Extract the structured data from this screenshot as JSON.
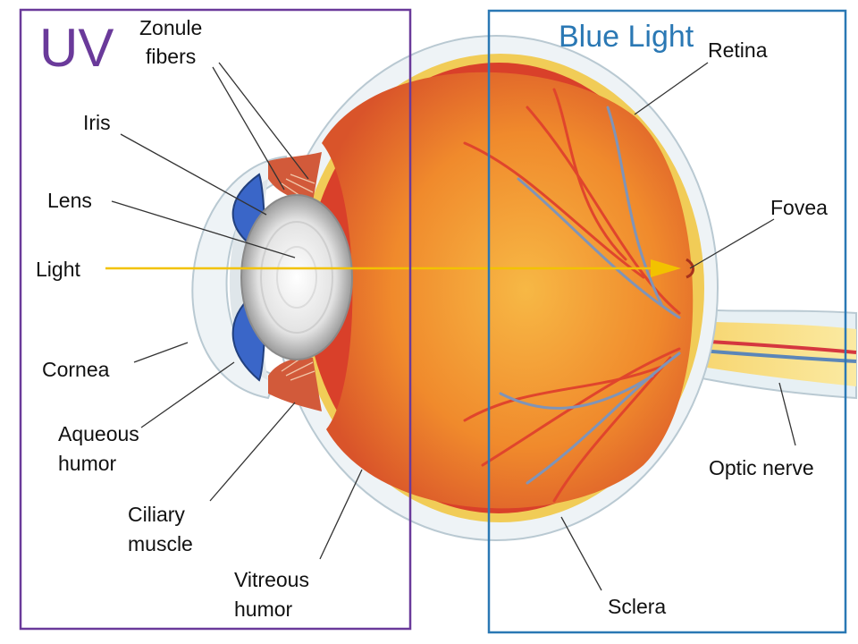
{
  "regions": {
    "uv": {
      "label": "UV",
      "color": "#6a3a9a"
    },
    "blue": {
      "label": "Blue Light",
      "color": "#2a78b4"
    }
  },
  "labels": {
    "zonule_fibers": [
      "Zonule",
      "fibers"
    ],
    "iris": "Iris",
    "lens": "Lens",
    "light": "Light",
    "cornea": "Cornea",
    "aqueous_humor": [
      "Aqueous",
      "humor"
    ],
    "ciliary_muscle": [
      "Ciliary",
      "muscle"
    ],
    "vitreous_humor": [
      "Vitreous",
      "humor"
    ],
    "retina": "Retina",
    "fovea": "Fovea",
    "optic_nerve": "Optic nerve",
    "sclera": "Sclera"
  },
  "colors": {
    "light_ray": "#f2c200",
    "iris": "#3a66c8",
    "vitreous": "#f08a2c",
    "retina": "#d9402a",
    "sclera": "#e8eef2"
  }
}
